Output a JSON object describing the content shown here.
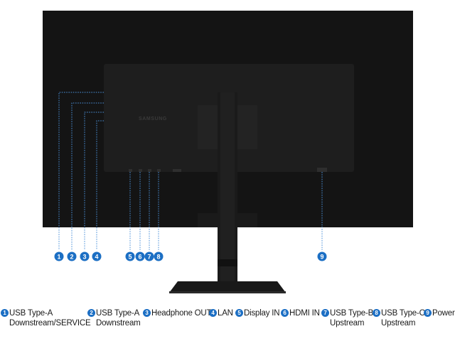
{
  "brand": {
    "logo_text": "SAMSUNG"
  },
  "colors": {
    "accent": "#1c6fc4",
    "monitor_body": "#141414",
    "monitor_inner": "#1c1c1c",
    "stand": "#191919",
    "background": "#ffffff"
  },
  "ports": [
    {
      "num": "1",
      "line1": "USB Type-A",
      "line2": "Downstream/SERVICE"
    },
    {
      "num": "2",
      "line1": "USB Type-A",
      "line2": "Downstream"
    },
    {
      "num": "3",
      "line1": "Headphone OUT",
      "line2": ""
    },
    {
      "num": "4",
      "line1": "LAN",
      "line2": ""
    },
    {
      "num": "5",
      "line1": "Display IN",
      "line2": ""
    },
    {
      "num": "6",
      "line1": "HDMI IN",
      "line2": ""
    },
    {
      "num": "7",
      "line1": "USB Type-B",
      "line2": "Upstream"
    },
    {
      "num": "8",
      "line1": "USB Type-C",
      "line2": "Upstream"
    },
    {
      "num": "9",
      "line1": "Power",
      "line2": ""
    }
  ]
}
